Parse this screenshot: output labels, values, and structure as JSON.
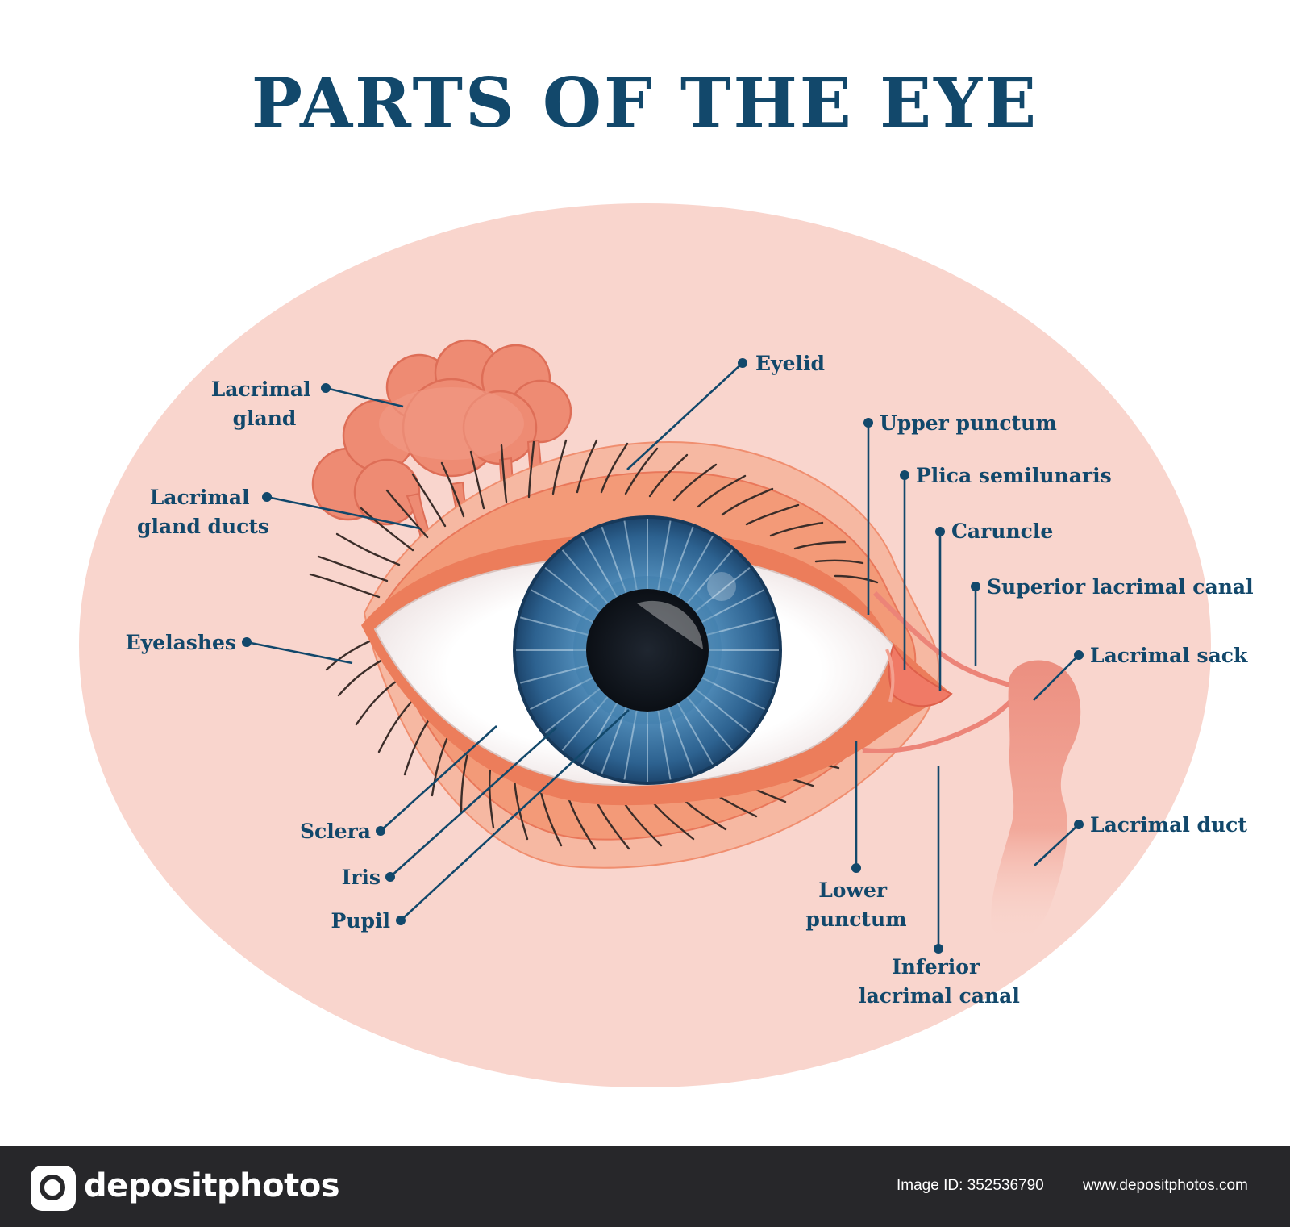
{
  "title": "PARTS OF THE EYE",
  "labels": {
    "lacrimal_gland": [
      "Lacrimal",
      "gland"
    ],
    "lacrimal_gland_ducts": [
      "Lacrimal",
      "gland ducts"
    ],
    "eyelashes": "Eyelashes",
    "sclera": "Sclera",
    "iris": "Iris",
    "pupil": "Pupil",
    "eyelid": "Eyelid",
    "upper_punctum": "Upper punctum",
    "plica_semilunaris": "Plica semilunaris",
    "caruncle": "Caruncle",
    "superior_lacrimal_canal": "Superior lacrimal canal",
    "lacrimal_sack": "Lacrimal sack",
    "lacrimal_duct": "Lacrimal duct",
    "lower_punctum": [
      "Lower",
      "punctum"
    ],
    "inferior_lacrimal_canal": [
      "Inferior",
      "lacrimal canal"
    ]
  },
  "footer": {
    "logo": "depositphotos",
    "image_id": "Image ID: 352536790",
    "site": "www.depositphotos.com"
  },
  "colors": {
    "title": "#12486b",
    "background_oval": "#f9d5cd",
    "iris": "#2e6a97",
    "skin": "#f39a78",
    "gland": "#ee8b73",
    "footer": "#27272a"
  }
}
